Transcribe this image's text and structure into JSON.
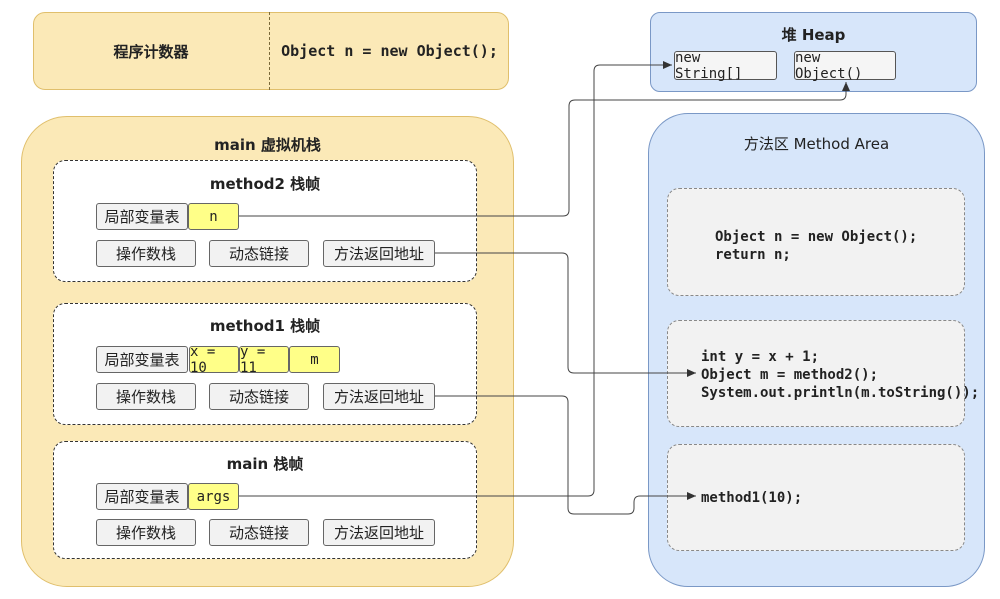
{
  "program_counter": {
    "label": "程序计数器",
    "current": "Object n = new Object();"
  },
  "heap": {
    "title": "堆 Heap",
    "objects": [
      "new String[]",
      "new Object()"
    ]
  },
  "method_area": {
    "title": "方法区 Method Area",
    "blocks": [
      [
        "Object n = new Object();",
        "return n;"
      ],
      [
        "int y = x + 1;",
        "Object m = method2();",
        "System.out.println(m.toString());"
      ],
      [
        "method1(10);"
      ]
    ]
  },
  "stack": {
    "title": "main 虚拟机栈",
    "frames": [
      {
        "title": "method2 栈帧",
        "locals_label": "局部变量表",
        "locals": [
          "n"
        ],
        "operand_stack": "操作数栈",
        "dynamic_link": "动态链接",
        "return_address": "方法返回地址"
      },
      {
        "title": "method1 栈帧",
        "locals_label": "局部变量表",
        "locals": [
          "x = 10",
          "y = 11",
          "m"
        ],
        "operand_stack": "操作数栈",
        "dynamic_link": "动态链接",
        "return_address": "方法返回地址"
      },
      {
        "title": "main 栈帧",
        "locals_label": "局部变量表",
        "locals": [
          "args"
        ],
        "operand_stack": "操作数栈",
        "dynamic_link": "动态链接",
        "return_address": "方法返回地址"
      }
    ]
  }
}
